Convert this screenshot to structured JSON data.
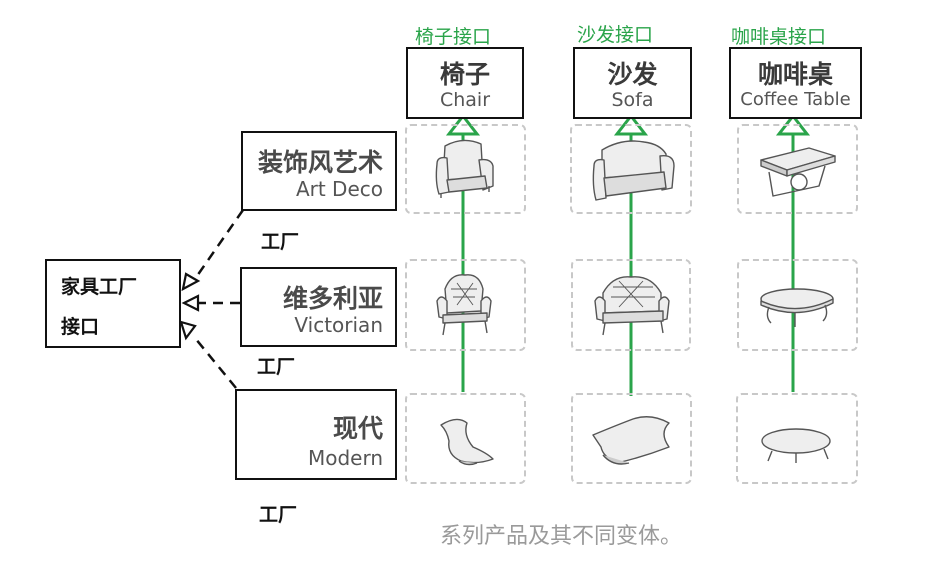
{
  "interfaces": [
    {
      "label": "椅子接口",
      "cn": "椅子",
      "en": "Chair"
    },
    {
      "label": "沙发接口",
      "cn": "沙发",
      "en": "Sofa"
    },
    {
      "label": "咖啡桌接口",
      "cn": "咖啡桌",
      "en": "Coffee Table"
    }
  ],
  "factories": [
    {
      "cn": "装饰风艺术",
      "en": "Art Deco",
      "tag": "工厂"
    },
    {
      "cn": "维多利亚",
      "en": "Victorian",
      "tag": "工厂"
    },
    {
      "cn": "现代",
      "en": "Modern",
      "tag": "工厂"
    }
  ],
  "main_factory": {
    "line1": "家具工厂",
    "line2": "接口"
  },
  "caption": "系列产品及其不同变体。",
  "products": [
    [
      "art-deco-chair-icon",
      "art-deco-sofa-icon",
      "art-deco-coffee-table-icon"
    ],
    [
      "victorian-chair-icon",
      "victorian-sofa-icon",
      "victorian-coffee-table-icon"
    ],
    [
      "modern-chair-icon",
      "modern-sofa-icon",
      "modern-coffee-table-icon"
    ]
  ],
  "colors": {
    "interface_arrow": "#2aa44a",
    "cell_border": "#c8c8c8",
    "caption": "#9a9a9a"
  }
}
